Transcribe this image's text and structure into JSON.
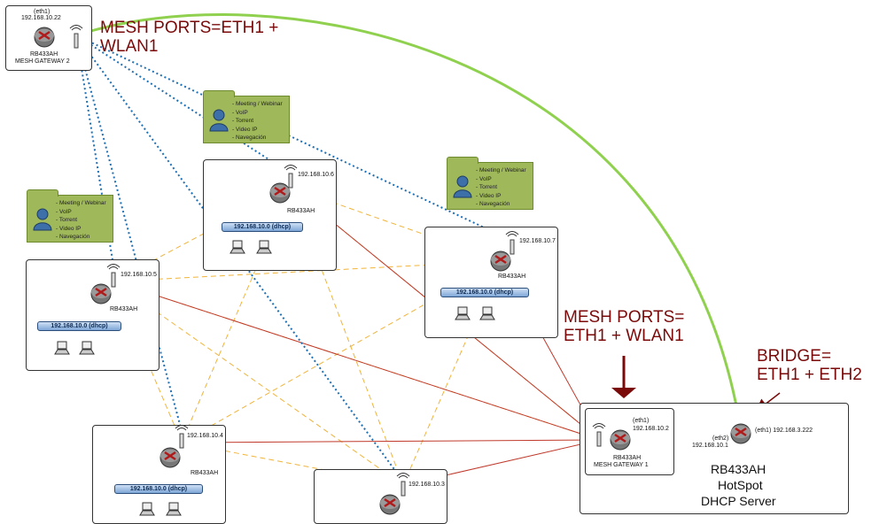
{
  "annotations": {
    "gateway2_mesh": [
      "MESH PORTS=ETH1 +",
      "WLAN1"
    ],
    "gateway1_mesh": [
      "MESH PORTS=",
      "ETH1 + WLAN1"
    ],
    "bridge": [
      "BRIDGE=",
      "ETH1 + ETH2"
    ]
  },
  "gateway2": {
    "port": "(eth1)",
    "ip": "192.168.10.22",
    "model": "RB433AH",
    "name": "MESH GATEWAY 2"
  },
  "gateway1": {
    "port": "(eth1)",
    "ip": "192.168.10.2",
    "model": "RB433AH",
    "name": "MESH GATEWAY 1"
  },
  "hotspot": {
    "eth1_label": "(eth1) 192.168.3.222",
    "eth2_label": "(eth2)",
    "eth2_ip": "192.168.10.1",
    "model": "RB433AH",
    "role": "HotSpot",
    "service": "DHCP Server"
  },
  "nodes": {
    "n6": {
      "ip": "192.168.10.6",
      "model": "RB433AH",
      "net": "192.168.10.0 (dhcp)"
    },
    "n7": {
      "ip": "192.168.10.7",
      "model": "RB433AH",
      "net": "192.168.10.0 (dhcp)"
    },
    "n5": {
      "ip": "192.168.10.5",
      "model": "RB433AH",
      "net": "192.168.10.0 (dhcp)"
    },
    "n4": {
      "ip": "192.168.10.4",
      "model": "RB433AH",
      "net": "192.168.10.0 (dhcp)"
    },
    "n3": {
      "ip": "192.168.10.3"
    }
  },
  "services": [
    "Meeting / Webinar",
    "VoIP",
    "Torrent",
    "Video IP",
    "Navegación"
  ],
  "colors": {
    "mesh_link": "#1f6fb3",
    "wireless_link": "#f0b43a",
    "wired_link": "#c0392b",
    "uplink": "#8fd14f",
    "annotation": "#7a0a0a",
    "folder": "#9fb85a"
  },
  "icons": {
    "router": "router-icon",
    "antenna": "antenna-icon",
    "computer": "computer-icon",
    "user": "user-icon",
    "arrow": "down-arrow-icon"
  }
}
